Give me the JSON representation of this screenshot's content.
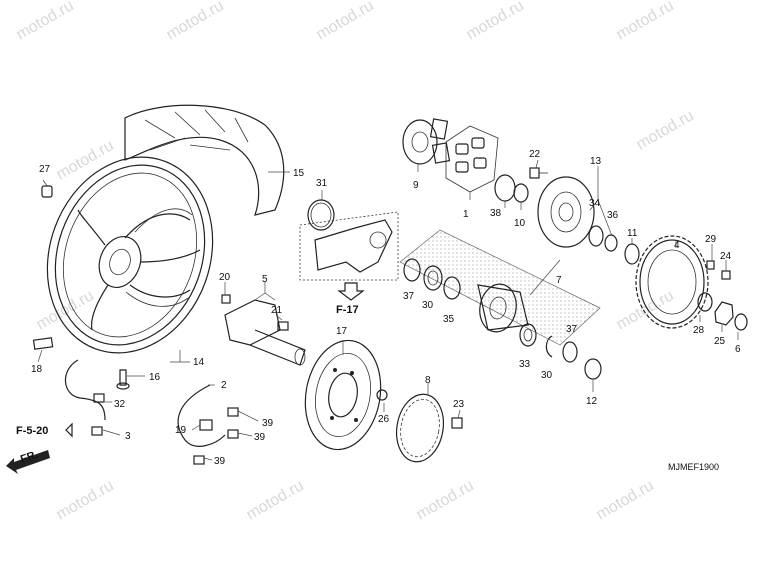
{
  "watermark": "motod.ru",
  "diagram_code": "MJMEF1900",
  "refs": {
    "f17": "F-17",
    "f520": "F-5-20",
    "fr": "FR."
  },
  "callouts": [
    "1",
    "2",
    "3",
    "4",
    "5",
    "6",
    "7",
    "8",
    "9",
    "10",
    "11",
    "12",
    "13",
    "14",
    "15",
    "16",
    "17",
    "18",
    "19",
    "20",
    "21",
    "22",
    "23",
    "24",
    "25",
    "26",
    "27",
    "28",
    "29",
    "30",
    "31",
    "32",
    "33",
    "34",
    "35",
    "36",
    "37",
    "38",
    "39"
  ],
  "colors": {
    "line": "#222222",
    "watermark": "#d8d8d8",
    "hatch": "#9a9a9a"
  }
}
